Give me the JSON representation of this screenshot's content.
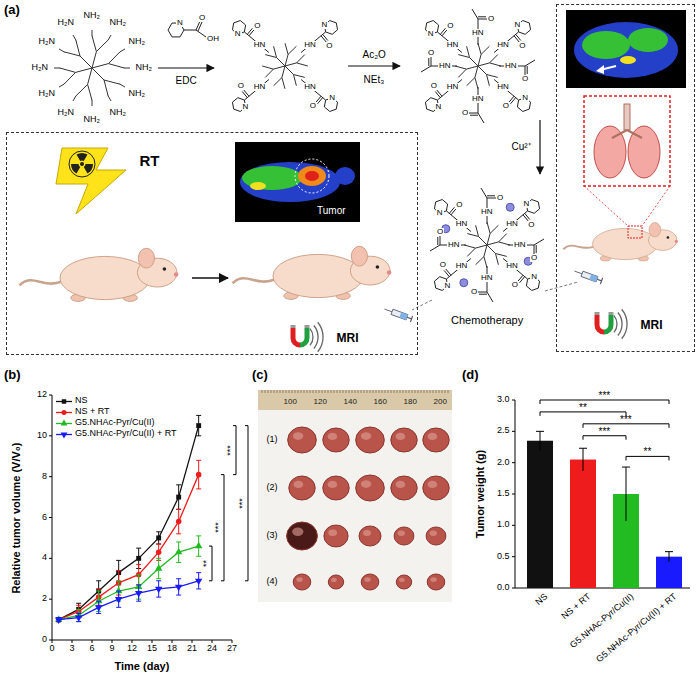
{
  "diagram": {
    "nodes": [
      {
        "text": [
          "RT",
          "Tumor",
          "MRI"
        ]
      },
      {
        "text": [
          "MRI"
        ]
      }
    ],
    "labels": [
      "(a)",
      "(b)",
      "(c)",
      "(d)",
      "NH₂",
      "NH₂",
      "NH₂",
      "NH₂",
      "NH₂",
      "NH₂",
      "NH₂",
      "H₂N",
      "H₂N",
      "H₂N",
      "H₂N",
      "H₂N",
      "N",
      "O",
      "OH",
      "EDC",
      "HN",
      "O",
      "N",
      "HN",
      "O",
      "N",
      "HN",
      "O",
      "N",
      "HN",
      "O",
      "N",
      "Ac₂O",
      "NEt₃",
      "HN",
      "O",
      "N",
      "HN",
      "O",
      "N",
      "HN",
      "O",
      "N",
      "HN",
      "O",
      "N",
      "HN",
      "O",
      "HN",
      "O",
      "HN",
      "O",
      "HN",
      "O",
      "Cu²⁺",
      "HN",
      "O",
      "N",
      "HN",
      "O",
      "N",
      "HN",
      "O",
      "N",
      "HN",
      "O",
      "N",
      "HN",
      "O",
      "HN",
      "O",
      "HN",
      "O",
      "HN",
      "O",
      "Chemotherapy",
      "Relative tumor volume (V/V₀)",
      "Time (day)",
      "0",
      "2",
      "4",
      "6",
      "8",
      "10",
      "12",
      "0",
      "3",
      "6",
      "9",
      "12",
      "15",
      "18",
      "21",
      "24",
      "27",
      "**",
      "***",
      "***",
      "***",
      "100",
      "120",
      "140",
      "160",
      "180",
      "200",
      "(1)",
      "(2)",
      "(3)",
      "(4)",
      "Tumor weight (g)",
      "0.0",
      "0.5",
      "1.0",
      "1.5",
      "2.0",
      "2.5",
      "3.0",
      "NS",
      "NS + RT",
      "G5.NHAc-Pyr/Cu(II)",
      "G5.NHAc-Pyr/Cu(II) + RT",
      "***",
      "**",
      "***",
      "***",
      "**"
    ],
    "legend": [
      {
        "text": "NS"
      },
      {
        "text": "NS + RT"
      },
      {
        "text": "G5.NHAc-Pyr/Cu(II)"
      },
      {
        "text": "G5.NHAc-Pyr/Cu(II) + RT"
      }
    ]
  }
}
